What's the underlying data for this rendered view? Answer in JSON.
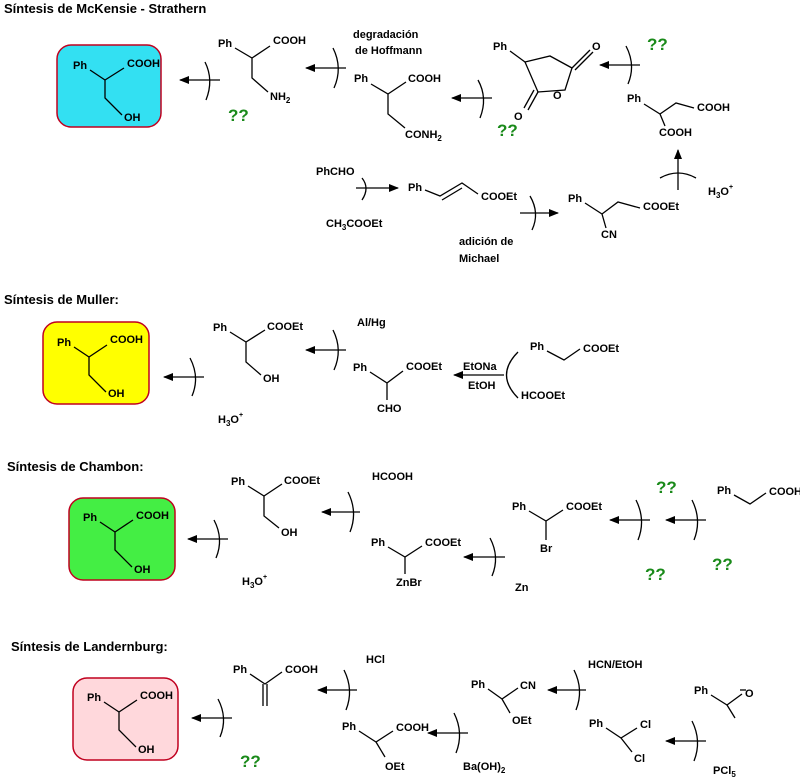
{
  "colors": {
    "mckensie_title": "#0000cc",
    "muller_title": "#cc00cc",
    "chambon_title": "#0000cc",
    "landernburg_title": "#dd0000",
    "box_cyan": "#33e0f2",
    "box_yellow": "#ffff00",
    "box_green": "#44ee44",
    "box_pink": "#ffd8dc",
    "box_border": "#c0001f",
    "unknown": "#1a8a1a"
  },
  "sections": {
    "mckensie": {
      "title": "Síntesis de McKensie - Strathern",
      "degradacion": "degradación",
      "hoffmann": "de Hoffmann",
      "adicion": "adición de",
      "michael": "Michael"
    },
    "muller": {
      "title": "Síntesis de Muller:",
      "alhg": "Al/Hg",
      "etona": "EtONa",
      "etoh": "EtOH"
    },
    "chambon": {
      "title": "Síntesis de Chambon:",
      "hcooh": "HCOOH",
      "zn": "Zn"
    },
    "landernburg": {
      "title": "Síntesis de Landernburg:",
      "hcl": "HCl",
      "hcn_etoh": "HCN/EtOH"
    }
  },
  "atoms": {
    "ph": "Ph",
    "cooh": "COOH",
    "cooet": "COOEt",
    "oh": "OH",
    "o": "O",
    "cn": "CN",
    "cho": "CHO",
    "br": "Br",
    "cl": "Cl",
    "oet": "OEt",
    "nh": "NH",
    "conh": "CONH",
    "phcho": "PhCHO",
    "ch": "CH",
    "cooet_tail": "COOEt",
    "hcooet": "HCOOEt",
    "znbr": "ZnBr",
    "baoh": "Ba(OH)",
    "pcl": "PCl",
    "h": "H",
    "n2": "2",
    "n3": "3",
    "n5": "5",
    "o_sub": "O",
    "plus": "+",
    "unknown": "??"
  }
}
